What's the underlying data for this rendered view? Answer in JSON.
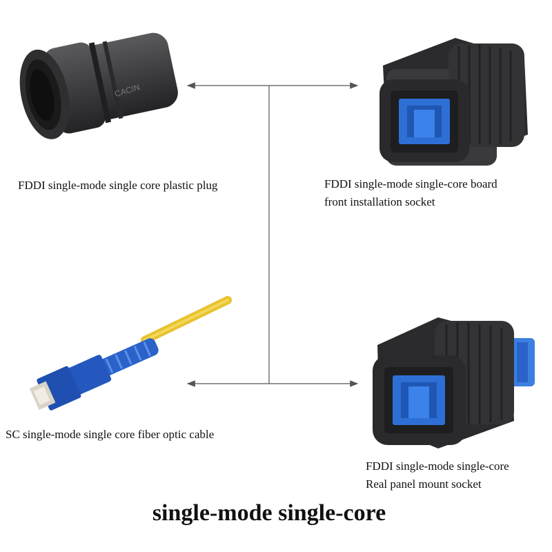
{
  "items": [
    {
      "name": "plug",
      "line1": "FDDI single-mode single core plastic plug",
      "line2": ""
    },
    {
      "name": "board-front-socket",
      "line1": "FDDI single-mode single-core board",
      "line2": "front installation socket"
    },
    {
      "name": "fiber-cable",
      "line1": "SC single-mode single core fiber optic cable",
      "line2": ""
    },
    {
      "name": "rear-panel-socket",
      "line1": "FDDI single-mode single-core",
      "line2": "Real panel mount socket"
    }
  ],
  "title": "single-mode single-core",
  "colors": {
    "connector_body": "#3c3c3e",
    "connector_shade": "#2a2a2c",
    "port_blue": "#2e6fd6",
    "cable_yellow": "#e8c230",
    "line": "#555555"
  }
}
